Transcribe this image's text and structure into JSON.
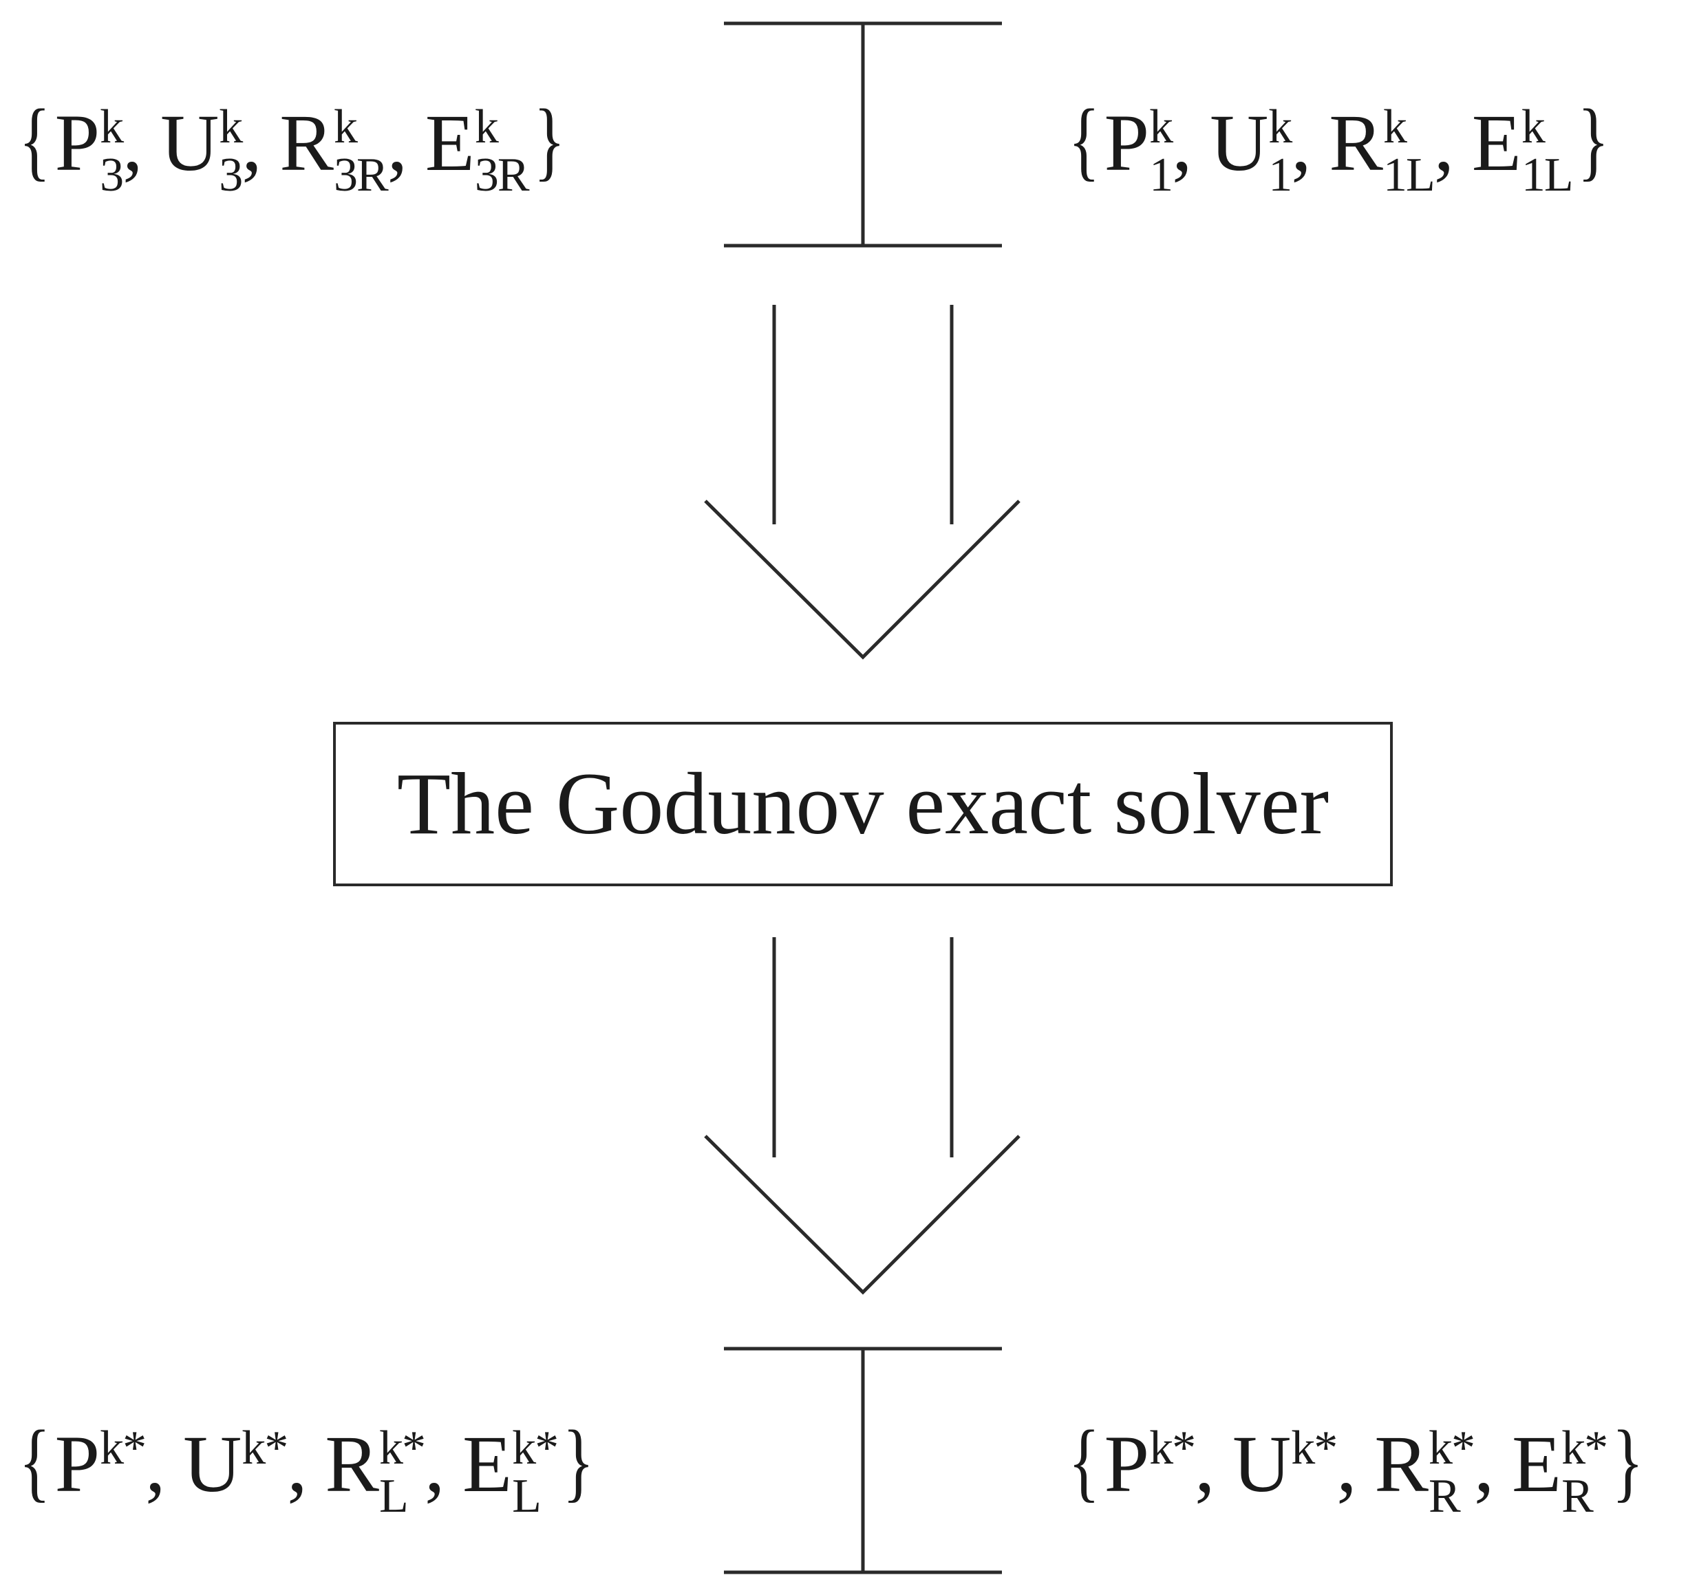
{
  "diagram": {
    "solver_label": "The Godunov exact solver",
    "top_left_set": {
      "open": "{",
      "close": "}",
      "items": [
        {
          "base": "P",
          "sup": "k",
          "sub": "3",
          "sep": ","
        },
        {
          "base": "U",
          "sup": "k",
          "sub": "3",
          "sep": ","
        },
        {
          "base": "R",
          "sup": "k",
          "sub": "3R",
          "sep": ","
        },
        {
          "base": "E",
          "sup": "k",
          "sub": "3R",
          "sep": ""
        }
      ]
    },
    "top_right_set": {
      "open": "{",
      "close": "}",
      "items": [
        {
          "base": "P",
          "sup": "k",
          "sub": "1",
          "sep": ","
        },
        {
          "base": "U",
          "sup": "k",
          "sub": "1",
          "sep": ","
        },
        {
          "base": "R",
          "sup": "k",
          "sub": "1L",
          "sep": ","
        },
        {
          "base": "E",
          "sup": "k",
          "sub": "1L",
          "sep": ""
        }
      ]
    },
    "bottom_left_set": {
      "open": "{",
      "close": "}",
      "items": [
        {
          "base": "P",
          "sup": "k*",
          "sub": "",
          "sep": ","
        },
        {
          "base": "U",
          "sup": "k*",
          "sub": "",
          "sep": ","
        },
        {
          "base": "R",
          "sup": "k*",
          "sub": "L",
          "sep": ","
        },
        {
          "base": "E",
          "sup": "k*",
          "sub": "L",
          "sep": ""
        }
      ]
    },
    "bottom_right_set": {
      "open": "{",
      "close": "}",
      "items": [
        {
          "base": "P",
          "sup": "k*",
          "sub": "",
          "sep": ","
        },
        {
          "base": "U",
          "sup": "k*",
          "sub": "",
          "sep": ","
        },
        {
          "base": "R",
          "sup": "k*",
          "sub": "R",
          "sep": ","
        },
        {
          "base": "E",
          "sup": "k*",
          "sub": "R",
          "sep": ""
        }
      ]
    },
    "line_color": "#2a2a2a"
  }
}
